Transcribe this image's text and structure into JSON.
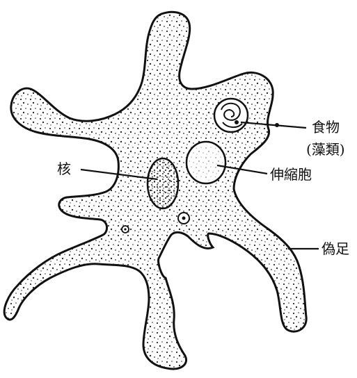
{
  "labels": {
    "food_line1": "食物",
    "food_line2": "(藻類)",
    "nucleus": "核",
    "contractile_vacuole": "伸縮胞",
    "pseudopod": "偽足"
  },
  "colors": {
    "ink": "#111111",
    "paper": "#ffffff",
    "stipple": "#2a2a2a"
  }
}
